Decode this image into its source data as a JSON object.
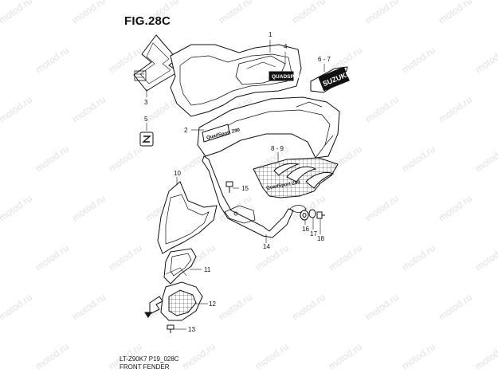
{
  "figure": {
    "title": "FIG.28C",
    "model_code": "LT-Z90K7 P19_028C",
    "name": "FRONT FENDER"
  },
  "watermark": "motod.ru",
  "callouts": [
    "1",
    "2",
    "3",
    "4",
    "5",
    "6 - 7",
    "8 - 9",
    "10",
    "11",
    "12",
    "13",
    "14",
    "15",
    "16",
    "17",
    "18"
  ],
  "decals": {
    "brand": "SUZUKI",
    "seat_badge": "QUADSPORT",
    "model_badge": "QuadSport Z90"
  },
  "colors": {
    "line": "#111111",
    "watermark": "#c9c9c9",
    "background": "#ffffff"
  }
}
